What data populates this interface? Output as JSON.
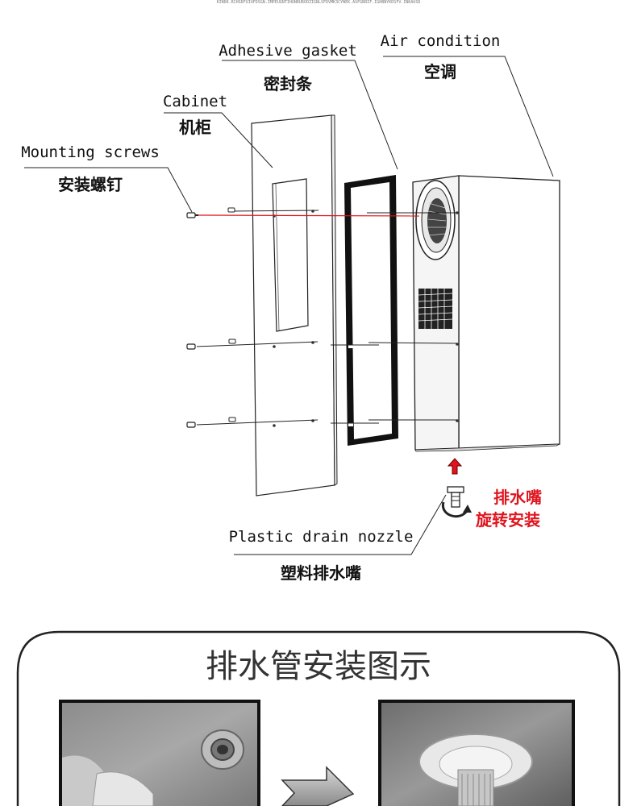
{
  "header_fine_print": "KINDK.RCHSDFUIUFDSGN.IMPEUGNTIHUNRURODZIGNLSFDVMK3CYNEK.ASFGNRIF.IGHBNYKDSFV.INKAUSD",
  "labels": {
    "air_condition_en": "Air condition",
    "air_condition_cn": "空调",
    "gasket_en": "Adhesive gasket",
    "gasket_cn": "密封条",
    "cabinet_en": "Cabinet",
    "cabinet_cn": "机柜",
    "screws_en": "Mounting screws",
    "screws_cn": "安装螺钉",
    "drain_en": "Plastic drain nozzle",
    "drain_cn": "塑料排水嘴",
    "drain_note_line1": "排水嘴",
    "drain_note_line2": "旋转安装"
  },
  "panel": {
    "title": "排水管安装图示"
  },
  "colors": {
    "accent_red": "#e0141e",
    "line": "#111111",
    "panel_border": "#222222"
  }
}
